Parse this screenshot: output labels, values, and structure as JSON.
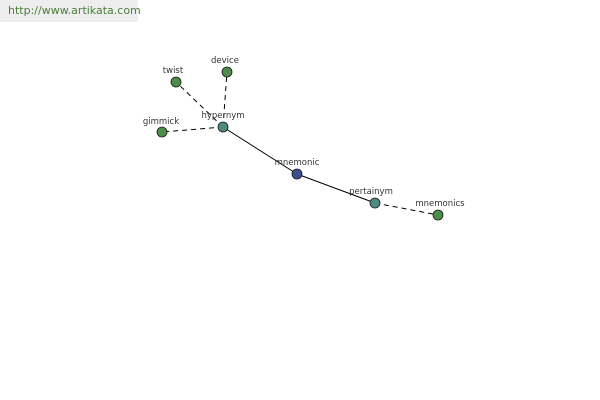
{
  "source_link": {
    "text": "http://www.artikata.com"
  },
  "colors": {
    "center": "#3d4f8c",
    "relation": "#4c8a82",
    "leaf": "#4d8c4a",
    "edge": "#000000",
    "link_text": "#4a7d3a"
  },
  "nodes": {
    "twist": {
      "label": "twist",
      "kind": "leaf"
    },
    "device": {
      "label": "device",
      "kind": "leaf"
    },
    "gimmick": {
      "label": "gimmick",
      "kind": "leaf"
    },
    "hypernym": {
      "label": "hypernym",
      "kind": "relation"
    },
    "mnemonic": {
      "label": "mnemonic",
      "kind": "center"
    },
    "pertainym": {
      "label": "pertainym",
      "kind": "relation"
    },
    "mnemonics": {
      "label": "mnemonics",
      "kind": "leaf"
    }
  },
  "edges": [
    {
      "from": "mnemonic",
      "to": "hypernym",
      "style": "solid"
    },
    {
      "from": "mnemonic",
      "to": "pertainym",
      "style": "solid"
    },
    {
      "from": "hypernym",
      "to": "twist",
      "style": "dashed"
    },
    {
      "from": "hypernym",
      "to": "device",
      "style": "dashed"
    },
    {
      "from": "hypernym",
      "to": "gimmick",
      "style": "dashed"
    },
    {
      "from": "pertainym",
      "to": "mnemonics",
      "style": "dashed"
    }
  ]
}
